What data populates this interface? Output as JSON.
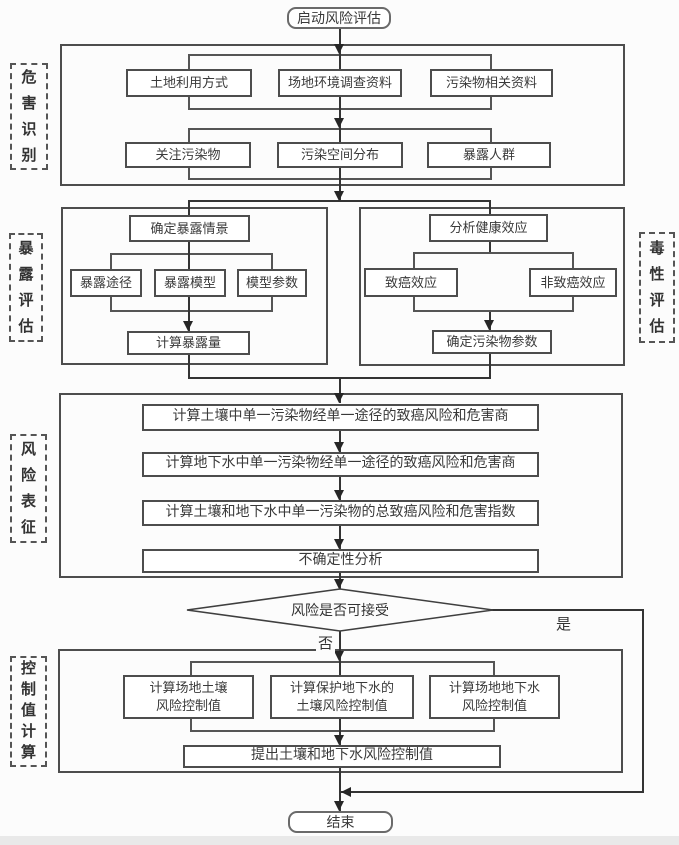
{
  "palette": {
    "line_color": "#343434",
    "border_color": "#4d4d4d",
    "text_color": "#3a3a3a",
    "footer_strip_color": "#e9e9e9"
  },
  "flow": {
    "start": "启动风险评估",
    "hazard": {
      "label": "危害识别",
      "row1": [
        "土地利用方式",
        "场地环境调查资料",
        "污染物相关资料"
      ],
      "row2": [
        "关注污染物",
        "污染空间分布",
        "暴露人群"
      ]
    },
    "exposure": {
      "label": "暴露评估",
      "scenario": "确定暴露情景",
      "items": [
        "暴露途径",
        "暴露模型",
        "模型参数"
      ],
      "calc": "计算暴露量"
    },
    "toxicity": {
      "label": "毒性评估",
      "health": "分析健康效应",
      "items": [
        "致癌效应",
        "非致癌效应"
      ],
      "params": "确定污染物参数"
    },
    "characterization": {
      "label": "风险表征",
      "steps": [
        "计算土壤中单一污染物经单一途径的致癌风险和危害商",
        "计算地下水中单一污染物经单一途径的致癌风险和危害商",
        "计算土壤和地下水中单一污染物的总致癌风险和危害指数",
        "不确定性分析"
      ]
    },
    "decision": {
      "question": "风险是否可接受",
      "yes": "是",
      "no": "否"
    },
    "control": {
      "label": "控制值计算",
      "items": [
        "计算场地土壤\n风险控制值",
        "计算保护地下水的\n土壤风险控制值",
        "计算场地地下水\n风险控制值"
      ],
      "propose": "提出土壤和地下水风险控制值"
    },
    "end": "结束"
  }
}
